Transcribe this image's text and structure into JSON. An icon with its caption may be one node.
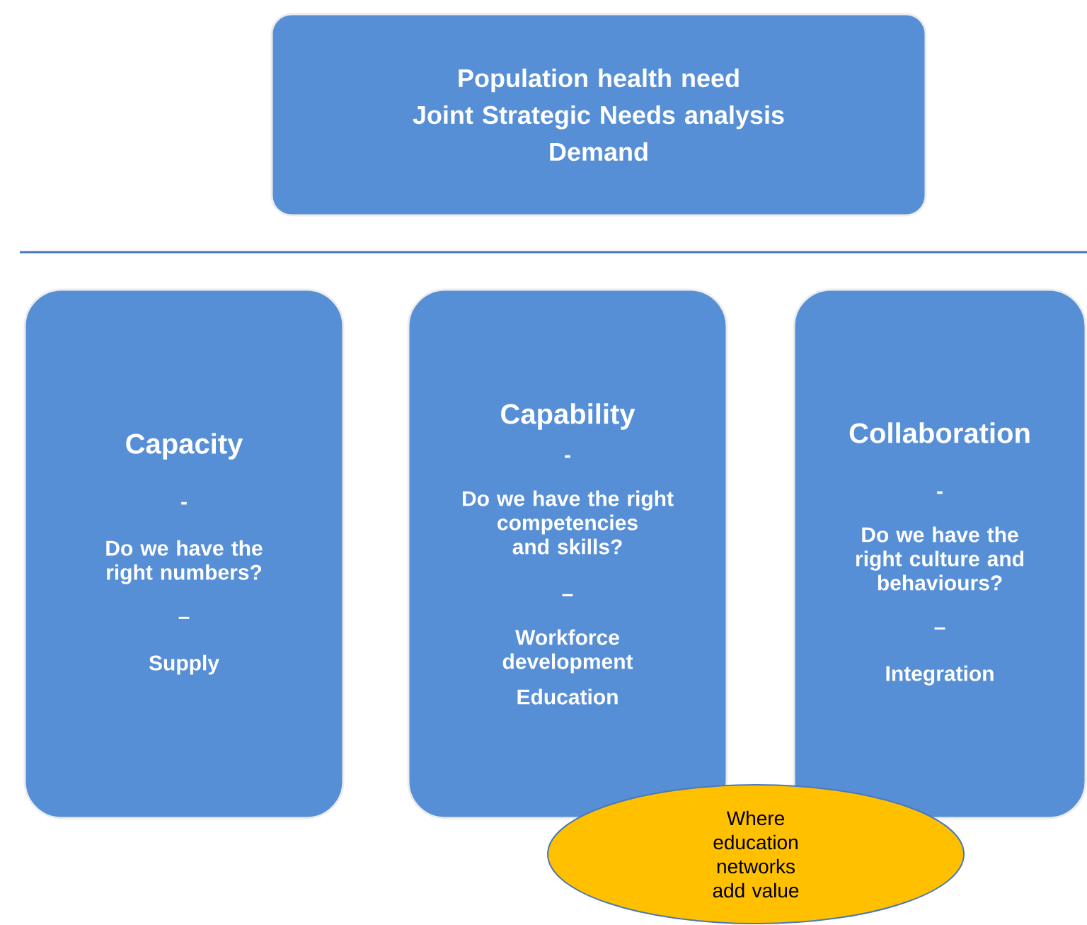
{
  "diagram": {
    "nodes": [
      {
        "text": [
          "Population health need",
          "Joint Strategic Needs analysis",
          "Demand"
        ]
      },
      {
        "text": [
          "Capacity",
          "-",
          "Do we have the right numbers?",
          "–",
          "Supply"
        ]
      },
      {
        "text": [
          "Capability",
          "-",
          "Do we have the right competencies and skills?",
          "–",
          "Workforce development",
          "Education"
        ]
      },
      {
        "text": [
          "Collaboration",
          "-",
          "Do we have the right culture and behaviours?",
          "–",
          "Integration"
        ]
      },
      {
        "text": [
          "Where education networks add value"
        ]
      }
    ]
  }
}
